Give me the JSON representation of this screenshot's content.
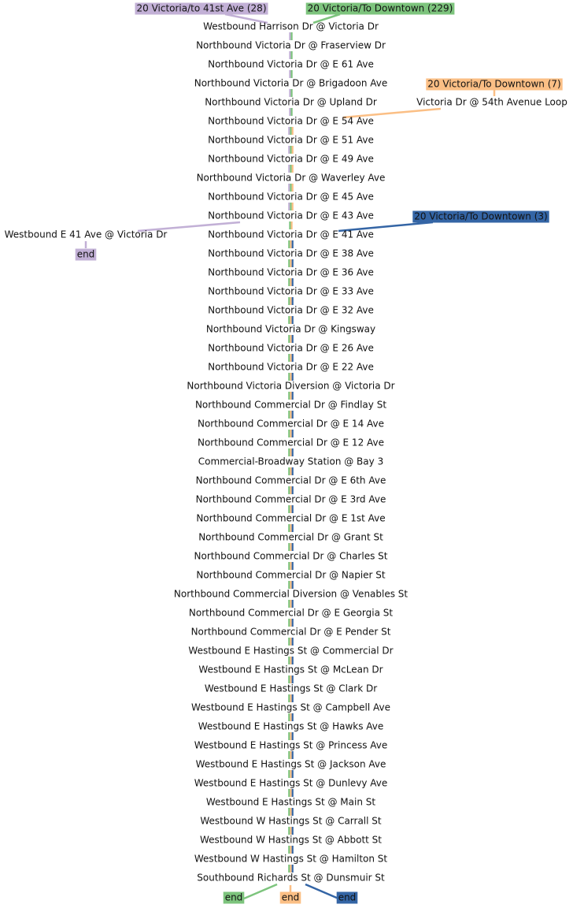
{
  "colors": {
    "purple": "#c2b0d6",
    "green": "#7dc47d",
    "orange": "#fbbf85",
    "blue": "#3465a5",
    "text": "#111111"
  },
  "routes": [
    {
      "id": "r28",
      "label": "20 Victoria/to 41st Ave (28)",
      "color": "purple"
    },
    {
      "id": "r229",
      "label": "20 Victoria/To Downtown (229)",
      "color": "green"
    },
    {
      "id": "r7",
      "label": "20 Victoria/To Downtown (7)",
      "color": "orange"
    },
    {
      "id": "r3",
      "label": "20 Victoria/To Downtown (3)",
      "color": "blue"
    }
  ],
  "branch_stops": {
    "loop": "Victoria Dr @ 54th Avenue Loop",
    "west41": "Westbound E 41 Ave @ Victoria Dr"
  },
  "end_label": "end",
  "stops": [
    "Westbound Harrison Dr @ Victoria Dr",
    "Northbound Victoria Dr @ Fraserview Dr",
    "Northbound Victoria Dr @ E 61 Ave",
    "Northbound Victoria Dr @ Brigadoon Ave",
    "Northbound Victoria Dr @ Upland Dr",
    "Northbound Victoria Dr @ E 54 Ave",
    "Northbound Victoria Dr @ E 51 Ave",
    "Northbound Victoria Dr @ E 49 Ave",
    "Northbound Victoria Dr @ Waverley Ave",
    "Northbound Victoria Dr @ E 45 Ave",
    "Northbound Victoria Dr @ E 43 Ave",
    "Northbound Victoria Dr @ E 41 Ave",
    "Northbound Victoria Dr @ E 38 Ave",
    "Northbound Victoria Dr @ E 36 Ave",
    "Northbound Victoria Dr @ E 33 Ave",
    "Northbound Victoria Dr @ E 32 Ave",
    "Northbound Victoria Dr @ Kingsway",
    "Northbound Victoria Dr @ E 26 Ave",
    "Northbound Victoria Dr @ E 22 Ave",
    "Northbound Victoria Diversion @ Victoria Dr",
    "Northbound Commercial Dr @ Findlay St",
    "Northbound Commercial Dr @ E 14 Ave",
    "Northbound Commercial Dr @ E 12 Ave",
    "Commercial-Broadway Station @ Bay 3",
    "Northbound Commercial Dr @ E 6th Ave",
    "Northbound Commercial Dr @ E 3rd Ave",
    "Northbound Commercial Dr @ E 1st Ave",
    "Northbound Commercial Dr @ Grant St",
    "Northbound Commercial Dr @ Charles St",
    "Northbound Commercial Dr @ Napier St",
    "Northbound Commercial Diversion @ Venables St",
    "Northbound Commercial Dr @ E Georgia St",
    "Northbound Commercial Dr @ E Pender St",
    "Westbound E Hastings St @ Commercial Dr",
    "Westbound E Hastings St @ McLean Dr",
    "Westbound E Hastings St @ Clark Dr",
    "Westbound E Hastings St @ Campbell Ave",
    "Westbound E Hastings St @ Hawks Ave",
    "Westbound E Hastings St @ Princess Ave",
    "Westbound E Hastings St @ Jackson Ave",
    "Westbound E Hastings St @ Dunlevy Ave",
    "Westbound E Hastings St @ Main St",
    "Westbound W Hastings St @ Carrall St",
    "Westbound W Hastings St @ Abbott St",
    "Westbound W Hastings St @ Hamilton St",
    "Southbound Richards St @ Dunsmuir St"
  ]
}
